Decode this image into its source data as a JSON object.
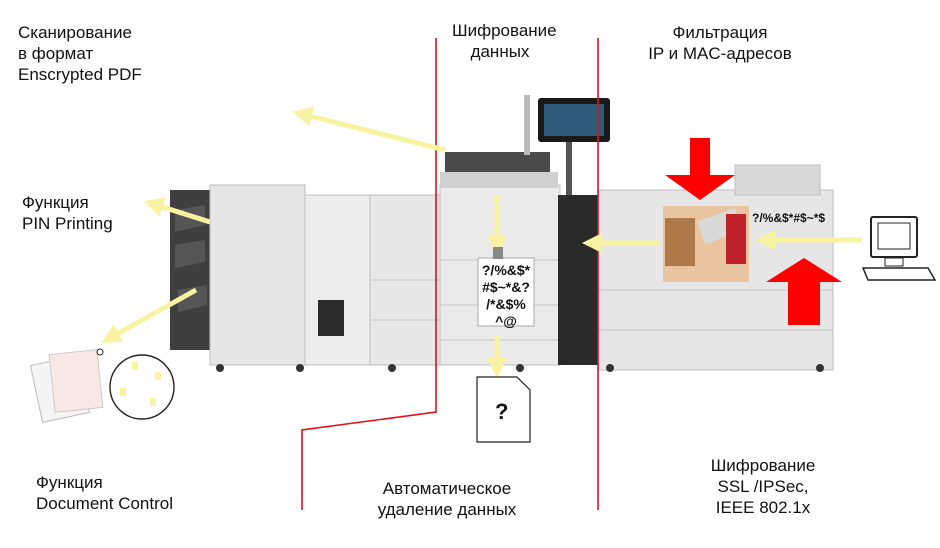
{
  "labels": {
    "scan_pdf": [
      "Сканирование",
      "в формат",
      "Enscrypted PDF"
    ],
    "data_encryption": [
      "Шифрование",
      "данных"
    ],
    "ip_mac_filter": [
      "Фильтрация",
      "IP и MAC-адресов"
    ],
    "pin_printing": [
      "Функция",
      "PIN Printing"
    ],
    "document_control": [
      "Функция",
      "Document Control"
    ],
    "auto_delete": [
      "Автоматическое",
      "удаление данных"
    ],
    "ssl_encryption": [
      "Шифрование",
      "SSL /IPSec,",
      "IEEE 802.1x"
    ]
  },
  "encrypted_code": [
    "?/%&$*",
    "#$~*&?",
    "/*&$%",
    "^@"
  ],
  "network_code": "?/%&$*#$~*$",
  "unknown_doc_mark": "?",
  "colors": {
    "divider_red": "#e0101a",
    "arrow_red": "#ff0000",
    "flow_yellow": "#f7f3a0",
    "machine_body": "#e4e4e4",
    "machine_dark": "#3a3a3a"
  }
}
